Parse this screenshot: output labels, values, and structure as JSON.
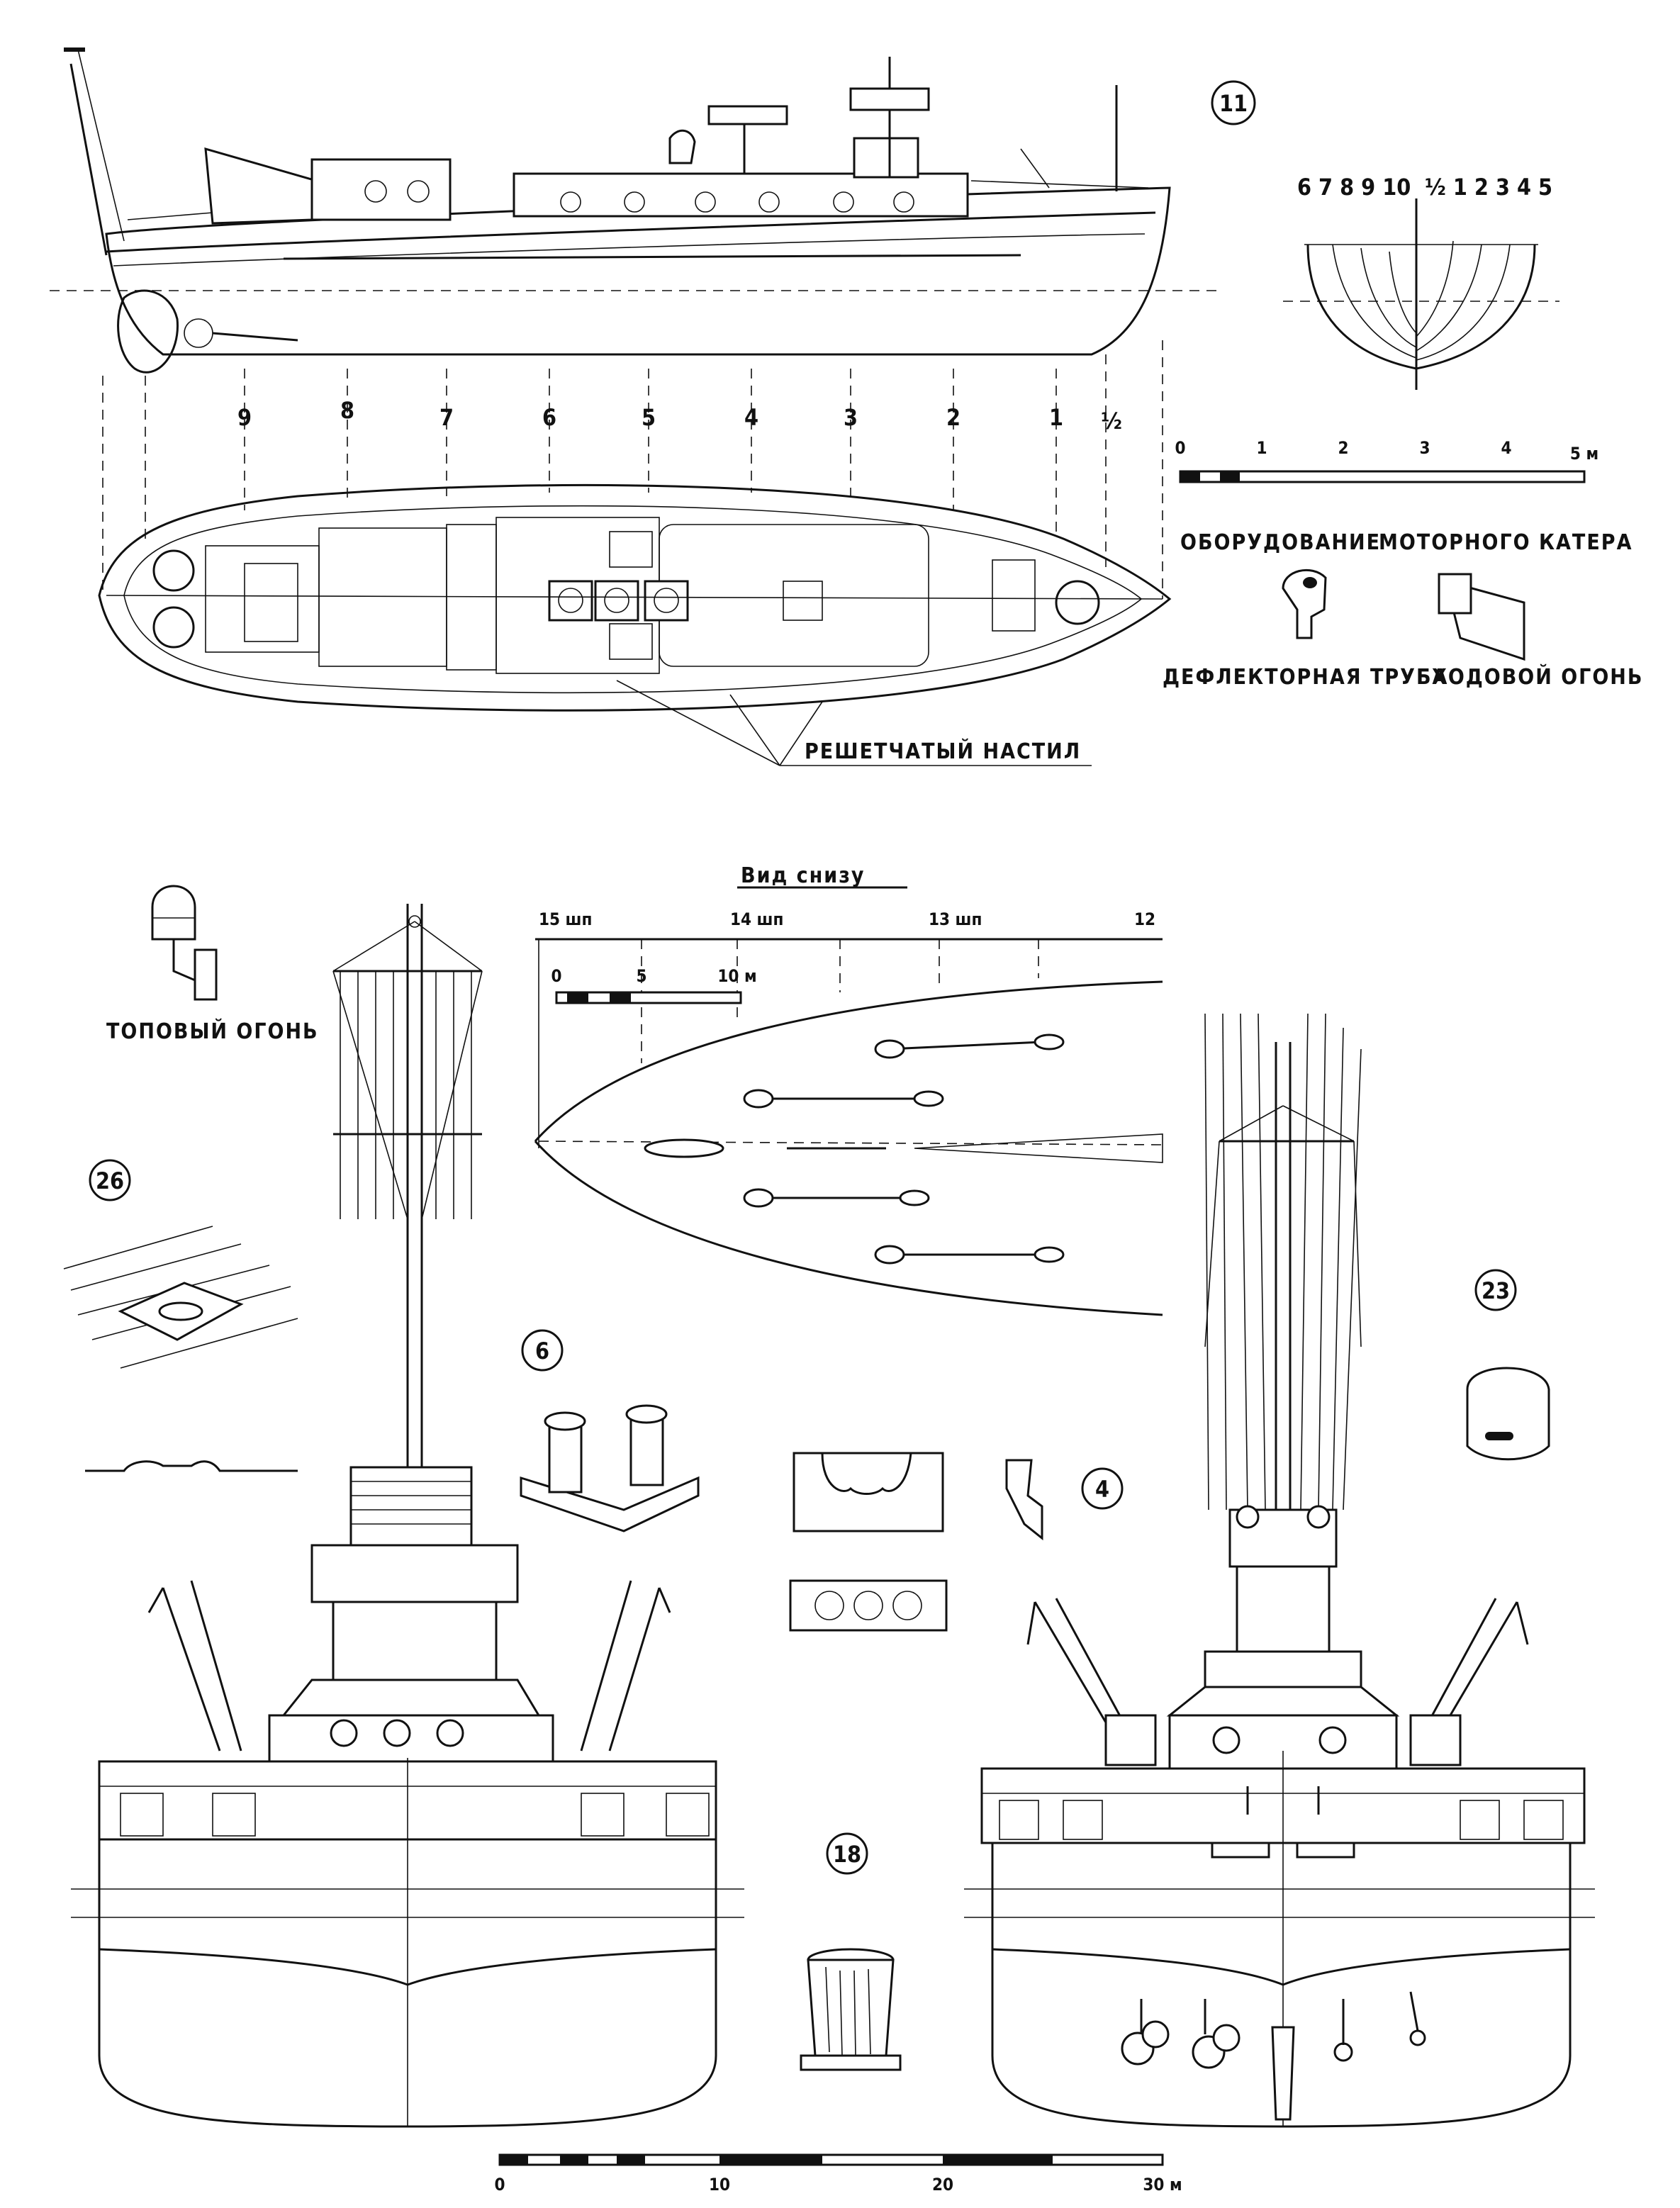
{
  "motor_boat": {
    "callout": "11",
    "frame_numbers_profile": [
      "9",
      "8",
      "7",
      "6",
      "5",
      "4",
      "3",
      "2",
      "1",
      "½"
    ],
    "body_plan_left": "6 7 8 9 10",
    "body_plan_right": "½ 1 2 3 4 5",
    "scale_ticks": [
      "0",
      "1",
      "2",
      "3",
      "4",
      "5 м"
    ],
    "equipment_title_left": "ОБОРУДОВАНИЕ",
    "equipment_title_right": "МОТОРНОГО КАТЕРА",
    "deflector_label": "ДЕФЛЕКТОРНАЯ ТРУБА",
    "running_light_label": "ХОДОВОЙ ОГОНЬ",
    "grating_label": "РЕШЕТЧАТЫЙ   НАСТИЛ"
  },
  "masthead_light": {
    "label": "ТОПОВЫЙ ОГОНЬ"
  },
  "bottom_view": {
    "title": "Вид снизу",
    "frame_ticks": [
      "15 шп",
      "14 шп",
      "13 шп",
      "12"
    ],
    "scale_ticks": [
      "0",
      "5",
      "10 м"
    ]
  },
  "callouts": {
    "deck_fitting": "26",
    "bollard": "6",
    "fairlead": "4",
    "vent": "23",
    "capstan": "18"
  },
  "main_scale": {
    "ticks": [
      "0",
      "10",
      "20",
      "30 м"
    ]
  }
}
